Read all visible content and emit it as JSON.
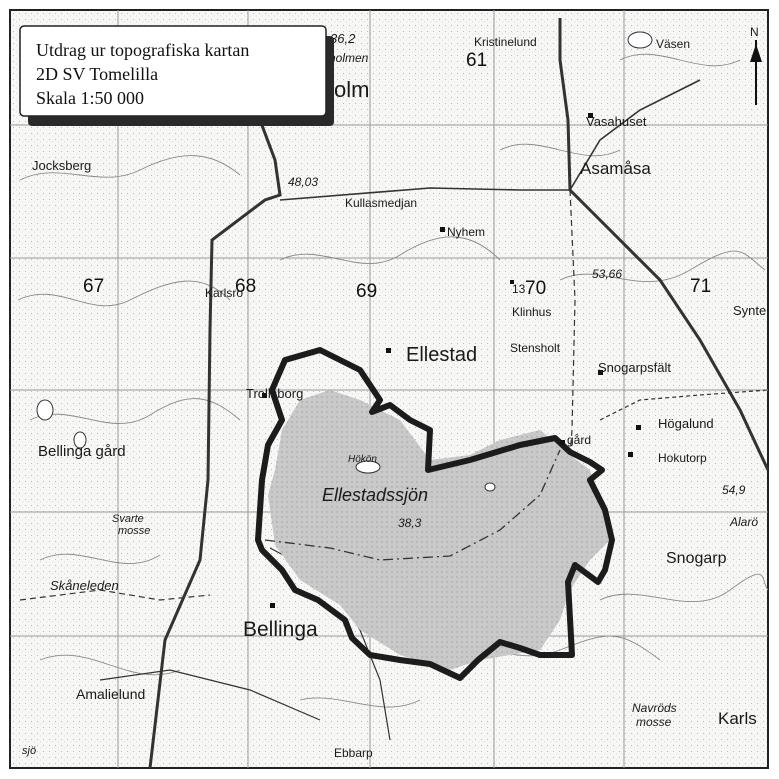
{
  "info_box": {
    "line1": "Utdrag ur topografiska kartan",
    "line2": "2D SV Tomelilla",
    "line3": "Skala 1:50 000"
  },
  "grid_numbers": {
    "n61": "61",
    "n67": "67",
    "n68": "68",
    "n69": "69",
    "n70": "70",
    "n71": "71"
  },
  "elevations": {
    "e1": "36,2",
    "e2": "48,03",
    "e3": "53,66",
    "e4": "54,9",
    "e5": "13"
  },
  "places": {
    "kristinelund": "Kristinelund",
    "vasen": "Väsen",
    "vasahuset": "Vasahuset",
    "asamasa": "Asamåsa",
    "jocksberg": "Jocksberg",
    "kullasmedjan": "Kullasmedjan",
    "nyhem": "Nyhem",
    "karlsro": "Karlsro",
    "klinhus": "Klinhus",
    "synte": "Synte",
    "ellestad": "Ellestad",
    "stensholt": "Stensholt",
    "snogarpsfalt": "Snogarpsfält",
    "trollsborg": "Trollsborg",
    "hogalund": "Högalund",
    "bellinga_gard": "Bellinga gård",
    "hokon": "Hökön",
    "gard": "gård",
    "hokutorp": "Hokutorp",
    "ellestadssjon": "Ellestadssjön",
    "lake_elev": "38,3",
    "svarte_mosse": "Svarte",
    "svarte_mosse2": "mosse",
    "alarod": "Alarö",
    "snogarp": "Snogarp",
    "skaneleden": "Skåneleden",
    "bellinga": "Bellinga",
    "amalielund": "Amalielund",
    "navrods_mosse": "Navröds",
    "navrods_mosse2": "mosse",
    "karls": "Karls",
    "sjo": "sjö",
    "ebbarp": "Ebbarp",
    "holmen": "rholmen",
    "olm": "olm"
  },
  "north_arrow": {
    "label": "N"
  },
  "colors": {
    "lake_fill": "#c9c9c9",
    "boundary": "#1c1c1c",
    "paper": "#f7f7f5"
  }
}
